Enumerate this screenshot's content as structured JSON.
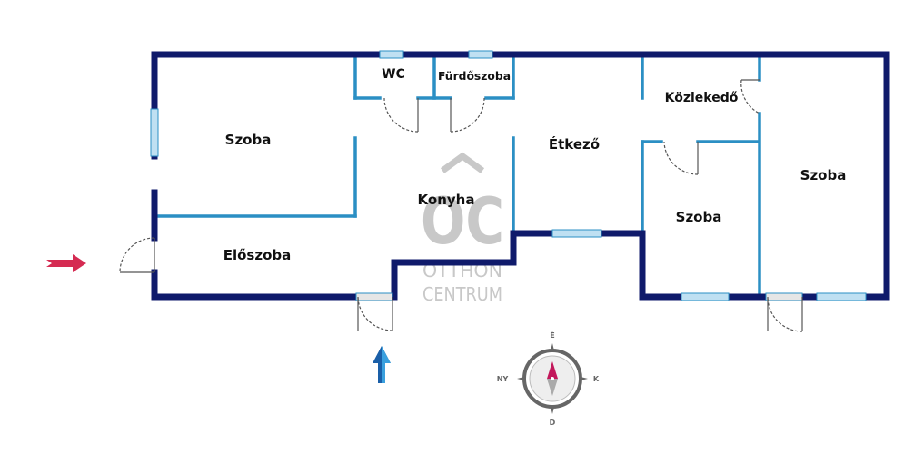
{
  "colors": {
    "outer_wall": "#0f1a6b",
    "inner_wall": "#2b8fc4",
    "window_fill": "#bfe0f2",
    "door_line": "#555555",
    "entry_arrow": "#d52b52",
    "north_arrow": "#1a5fa8",
    "watermark": "#c8c8c8",
    "compass_needle_north": "#c2185b",
    "compass_needle_south": "#aaaaaa"
  },
  "rooms": {
    "wc": "WC",
    "furdoszoba": "Fürdőszoba",
    "kozlekedo": "Közlekedő",
    "szoba_left": "Szoba",
    "etkezo": "Étkező",
    "szoba_right": "Szoba",
    "konyha": "Konyha",
    "szoba_middle": "Szoba",
    "eloszoba": "Előszoba"
  },
  "watermark": {
    "monogram": "OC",
    "line1": "OTTHON",
    "line2": "CENTRUM"
  },
  "compass": {
    "north": "É",
    "east": "K",
    "south": "D",
    "west": "NY"
  },
  "icons": {
    "entry": "entry-arrow-icon",
    "north": "north-arrow-icon",
    "compass": "compass-icon"
  }
}
